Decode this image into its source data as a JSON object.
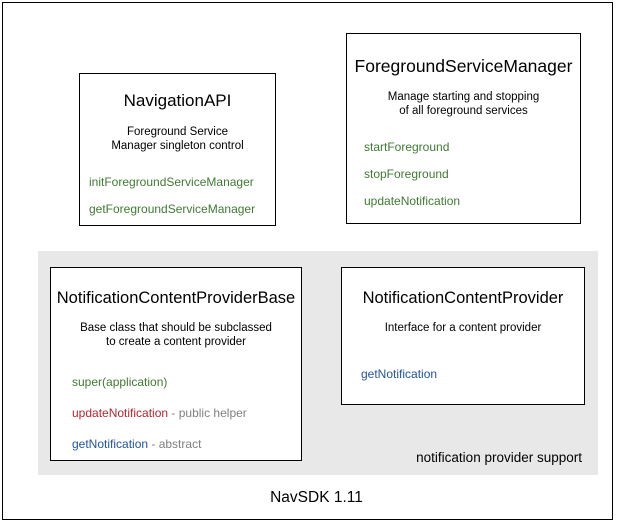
{
  "diagram": {
    "caption": "NavSDK 1.11",
    "group": {
      "label": "notification provider support"
    },
    "boxes": {
      "navigation_api": {
        "title": "NavigationAPI",
        "description": "Foreground Service\nManager singleton control",
        "members": [
          {
            "name": "initForegroundServiceManager",
            "color": "green",
            "note": ""
          },
          {
            "name": "getForegroundServiceManager",
            "color": "green",
            "note": ""
          }
        ]
      },
      "foreground_service_manager": {
        "title": "ForegroundServiceManager",
        "description": "Manage starting and stopping\nof all foreground services",
        "members": [
          {
            "name": "startForeground",
            "color": "green",
            "note": ""
          },
          {
            "name": "stopForeground",
            "color": "green",
            "note": ""
          },
          {
            "name": "updateNotification",
            "color": "green",
            "note": ""
          }
        ]
      },
      "notification_content_provider_base": {
        "title": "NotificationContentProviderBase",
        "description": "Base class that should be subclassed\nto create a content provider",
        "members": [
          {
            "name": "super(application)",
            "color": "green",
            "note": ""
          },
          {
            "name": "updateNotification",
            "color": "red",
            "note": " - public helper"
          },
          {
            "name": "getNotification",
            "color": "blue",
            "note": " - abstract"
          }
        ]
      },
      "notification_content_provider": {
        "title": "NotificationContentProvider",
        "description": "Interface for a content provider",
        "members": [
          {
            "name": "getNotification",
            "color": "blue",
            "note": ""
          }
        ]
      }
    },
    "colors": {
      "green": "#3f7a33",
      "red": "#b5262e",
      "blue": "#21559f",
      "note_gray": "#808080",
      "panel_gray": "#e8e8e8",
      "border": "#000000"
    }
  }
}
